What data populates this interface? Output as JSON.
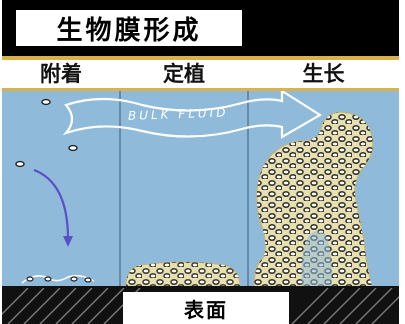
{
  "title": "生物膜形成",
  "stages": {
    "attach": "附着",
    "colonize": "定植",
    "growth": "生长"
  },
  "arrow_label": "BULK FLUID",
  "surface_label": "表面",
  "colors": {
    "fluid": "#8fbad9",
    "accent_line": "#d9b24c",
    "biofilm": "#e8dfae",
    "arrow": "#5a4fc7"
  }
}
